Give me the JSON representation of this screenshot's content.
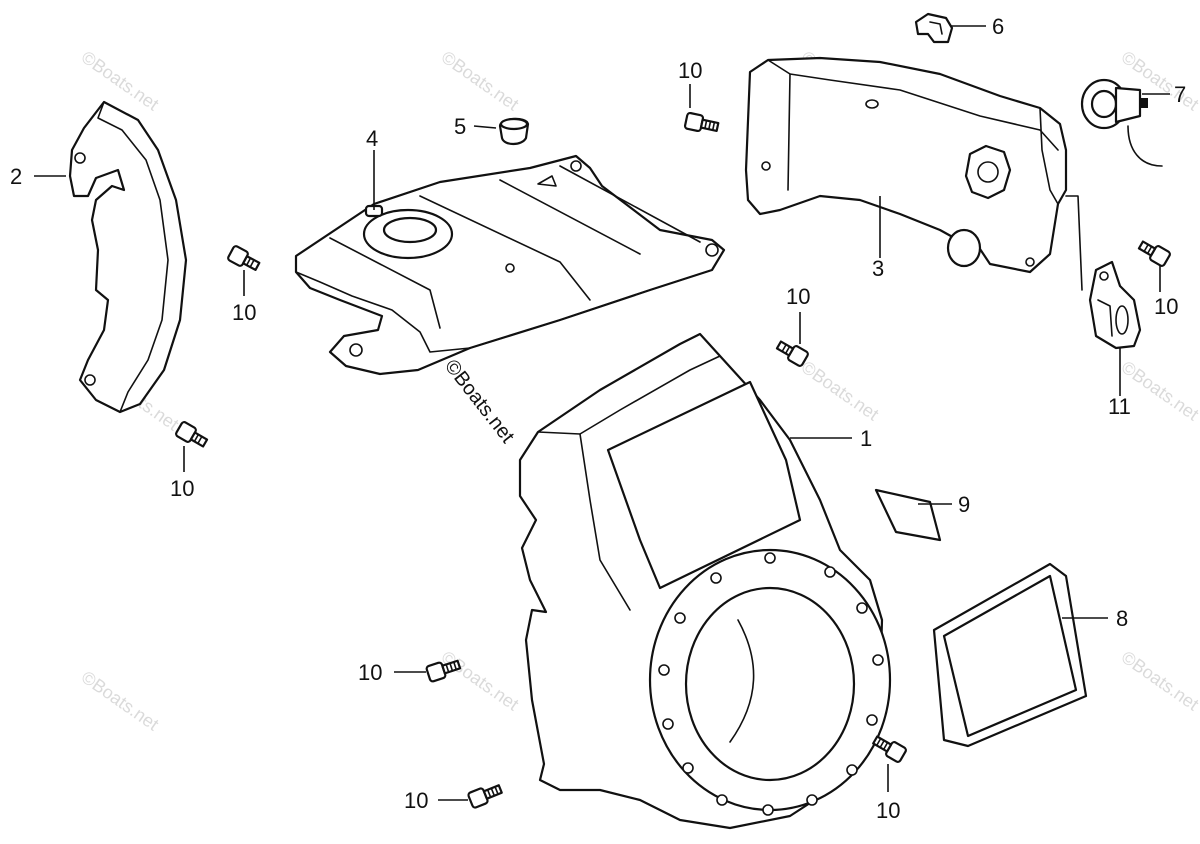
{
  "watermark": "©Boats.net",
  "callouts": [
    {
      "id": "1",
      "label": "1"
    },
    {
      "id": "2",
      "label": "2"
    },
    {
      "id": "3",
      "label": "3"
    },
    {
      "id": "4",
      "label": "4"
    },
    {
      "id": "5",
      "label": "5"
    },
    {
      "id": "6",
      "label": "6"
    },
    {
      "id": "7",
      "label": "7"
    },
    {
      "id": "8",
      "label": "8"
    },
    {
      "id": "9",
      "label": "9"
    },
    {
      "id": "10a",
      "label": "10"
    },
    {
      "id": "10b",
      "label": "10"
    },
    {
      "id": "10c",
      "label": "10"
    },
    {
      "id": "10d",
      "label": "10"
    },
    {
      "id": "10e",
      "label": "10"
    },
    {
      "id": "10f",
      "label": "10"
    },
    {
      "id": "10g",
      "label": "10"
    },
    {
      "id": "10h",
      "label": "10"
    },
    {
      "id": "11",
      "label": "11"
    }
  ]
}
